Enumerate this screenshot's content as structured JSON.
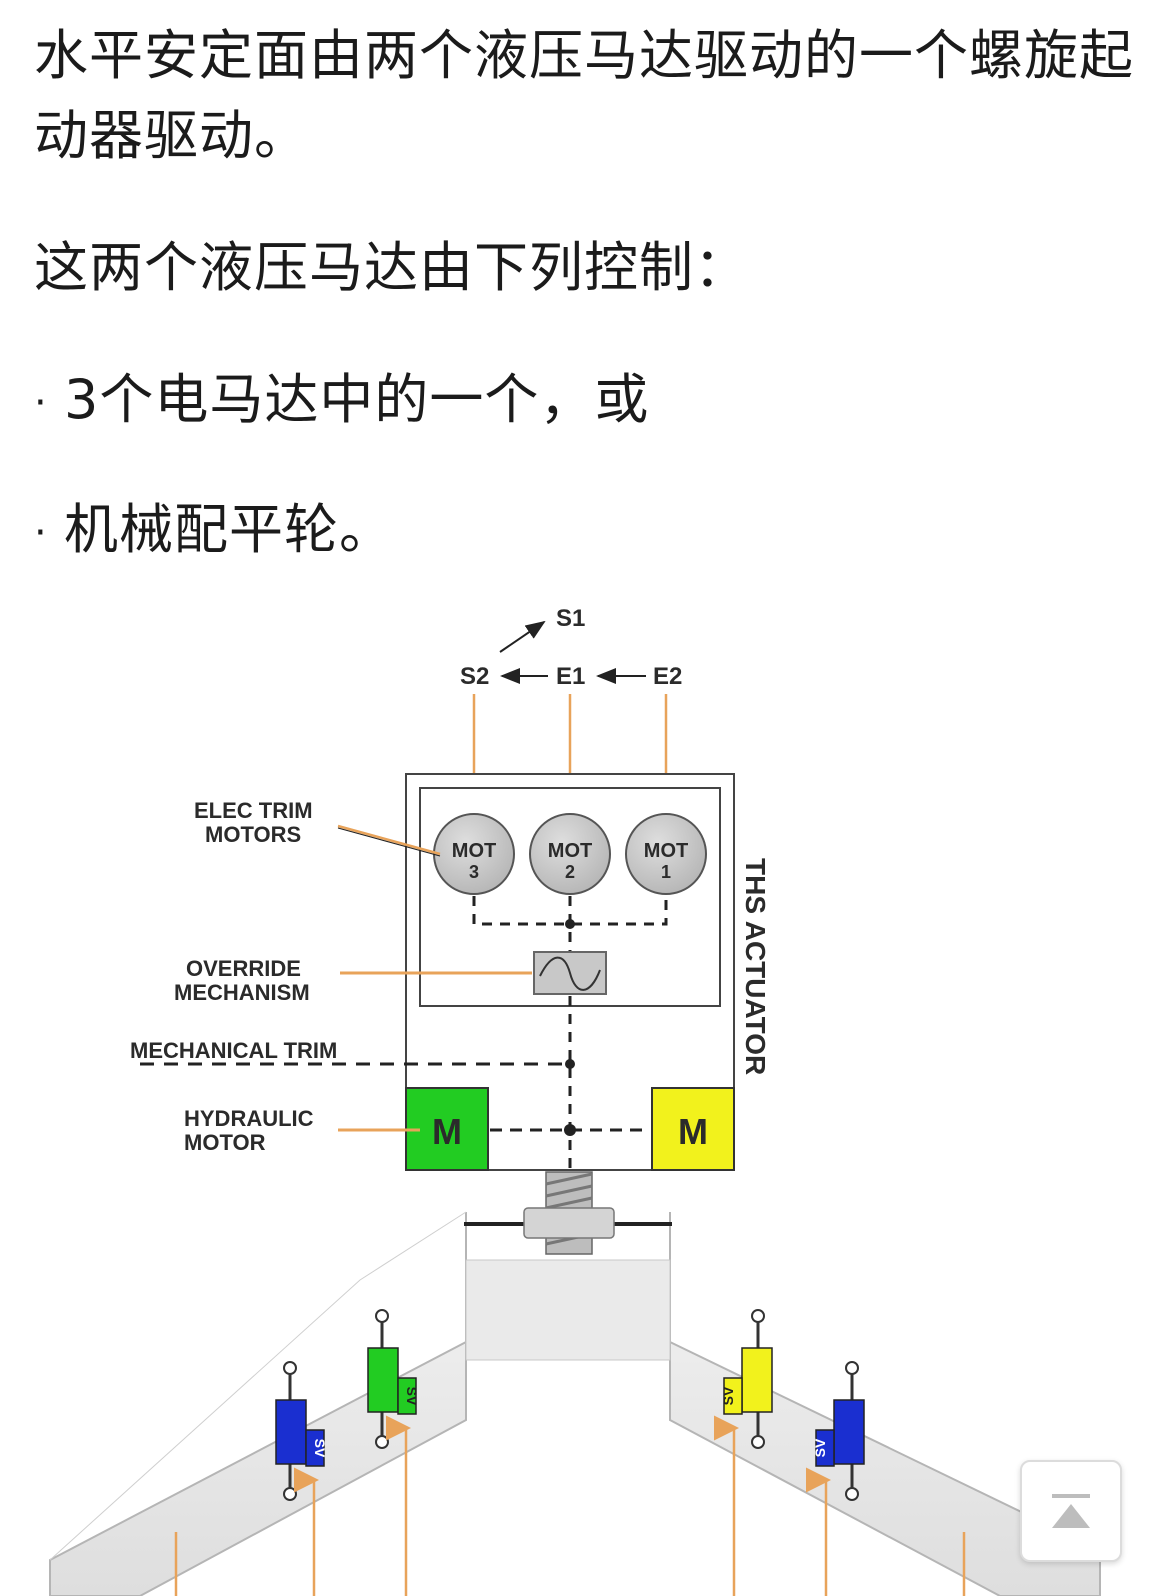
{
  "article": {
    "p1": "水平安定面由两个液压马达驱动的一个螺旋起动器驱动。",
    "p2": "这两个液压马达由下列控制：",
    "bullet_char": "·",
    "p3": "3个电马达中的一个，或",
    "p4": "机械配平轮。"
  },
  "diagram": {
    "labels": {
      "s1": "S1",
      "s2": "S2",
      "e1": "E1",
      "e2": "E2",
      "elec_trim_1": "ELEC TRIM",
      "elec_trim_2": "MOTORS",
      "override_1": "OVERRIDE",
      "override_2": "MECHANISM",
      "mech_trim": "MECHANICAL TRIM",
      "hyd_1": "HYDRAULIC",
      "hyd_2": "MOTOR",
      "ths_actuator": "THS ACTUATOR",
      "mot": "MOT",
      "mot3": "3",
      "mot2": "2",
      "mot1": "1",
      "m_left": "M",
      "m_right": "M",
      "sv": "SV"
    },
    "colors": {
      "green": "#22cc22",
      "yellow": "#f2f21c",
      "blue": "#1a2fd0",
      "orange_arrow": "#e8a35a",
      "motor_gray": "#c8c8c8"
    }
  },
  "ui": {
    "scroll_top_icon": "arrow-to-top-icon"
  }
}
